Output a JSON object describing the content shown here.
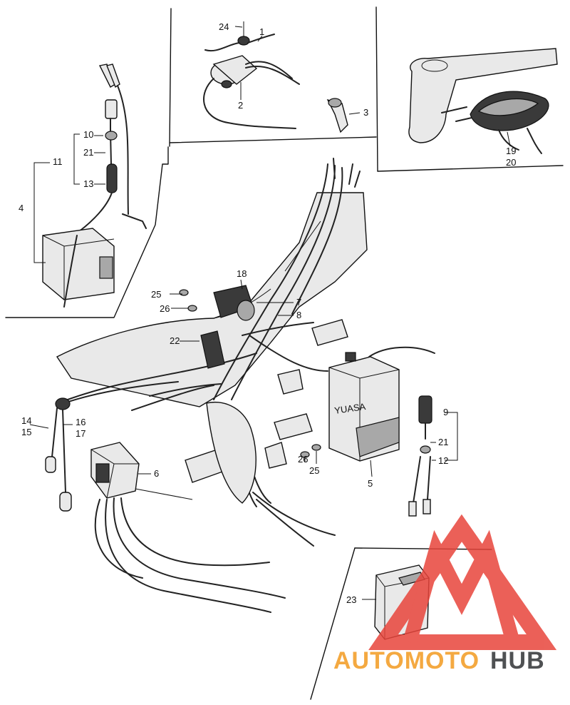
{
  "callouts": {
    "c1": "1",
    "c2": "2",
    "c3": "3",
    "c4": "4",
    "c5": "5",
    "c6": "6",
    "c7": "7",
    "c8": "8",
    "c9": "9",
    "c10": "10",
    "c11": "11",
    "c12": "12",
    "c13": "13",
    "c14": "14",
    "c15": "15",
    "c16": "16",
    "c17": "17",
    "c18": "18",
    "c19": "19",
    "c20": "20",
    "c21a": "21",
    "c21b": "21",
    "c22": "22",
    "c23": "23",
    "c24": "24",
    "c25a": "25",
    "c25b": "25",
    "c26a": "26",
    "c26b": "26"
  },
  "battery_marking": "YUASA",
  "watermark": {
    "part1": "AUTOMOTO",
    "part2": "HUB",
    "color1": "#f4a941",
    "color2": "#4f5153",
    "logo_color": "#e8453c"
  }
}
